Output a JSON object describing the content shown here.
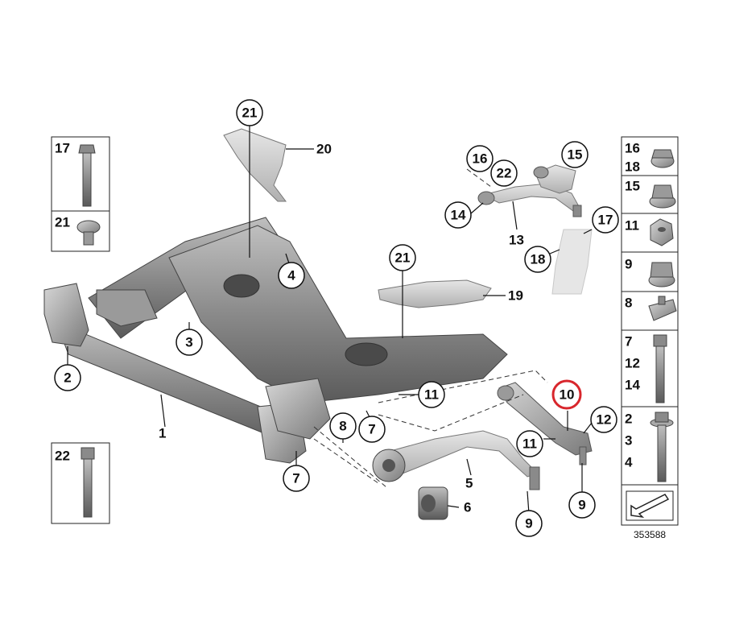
{
  "diagram": {
    "reference_number": "353588",
    "highlight_color": "#d8262c",
    "highlighted_callout": "10",
    "parts": {
      "subframe": "1",
      "bracket_2": "2",
      "bracket_3": "3",
      "bracket_4": "4",
      "lower_arm": "5",
      "bushing": "6",
      "screw_7a": "7",
      "screw_7b": "7",
      "plate_8": "8",
      "nut_9a": "9",
      "nut_9b": "9",
      "tension_strut": "10",
      "label_11a": "11",
      "label_11b": "11",
      "label_12": "12",
      "upper_arm": "13",
      "label_14": "14",
      "label_15": "15",
      "label_16": "16",
      "label_17": "17",
      "boot_18": "18",
      "shield_19": "19",
      "shield_20": "20",
      "rivet_21a": "21",
      "rivet_21b": "21",
      "label_22": "22"
    },
    "left_legend": [
      {
        "num": "17",
        "icon": "flange-bolt-icon"
      },
      {
        "num": "21",
        "icon": "plastic-rivet-icon"
      }
    ],
    "left_legend_lower": [
      {
        "num": "22",
        "icon": "hex-bolt-icon"
      }
    ],
    "right_legend": [
      {
        "nums": [
          "16",
          "18"
        ],
        "icon": "flange-nut-icon"
      },
      {
        "nums": [
          "15"
        ],
        "icon": "collar-nut-icon"
      },
      {
        "nums": [
          "11"
        ],
        "icon": "hex-nut-icon"
      },
      {
        "nums": [
          "9"
        ],
        "icon": "self-locking-nut-icon"
      },
      {
        "nums": [
          "8"
        ],
        "icon": "clip-plate-icon"
      },
      {
        "nums": [
          "7",
          "12",
          "14"
        ],
        "icon": "long-bolt-icon"
      },
      {
        "nums": [
          "2",
          "3",
          "4"
        ],
        "icon": "bolt-with-washer-icon"
      },
      {
        "nums": [],
        "icon": "direction-arrow-icon"
      }
    ]
  }
}
